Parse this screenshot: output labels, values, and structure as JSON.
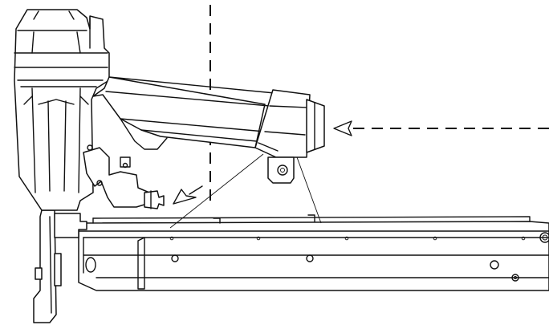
{
  "figure": {
    "subject": "pneumatic-nailer-exploded-view",
    "colors": {
      "stroke": "#111111",
      "fill": "#ffffff"
    },
    "parts": [
      "motor-housing",
      "handle",
      "end-cap",
      "air-fitting",
      "magazine-rail",
      "nose-guide",
      "end-cap-bracket"
    ],
    "indicators": [
      "vertical-dashed-guide",
      "horizontal-dashed-arrow",
      "diagonal-arrow"
    ]
  }
}
